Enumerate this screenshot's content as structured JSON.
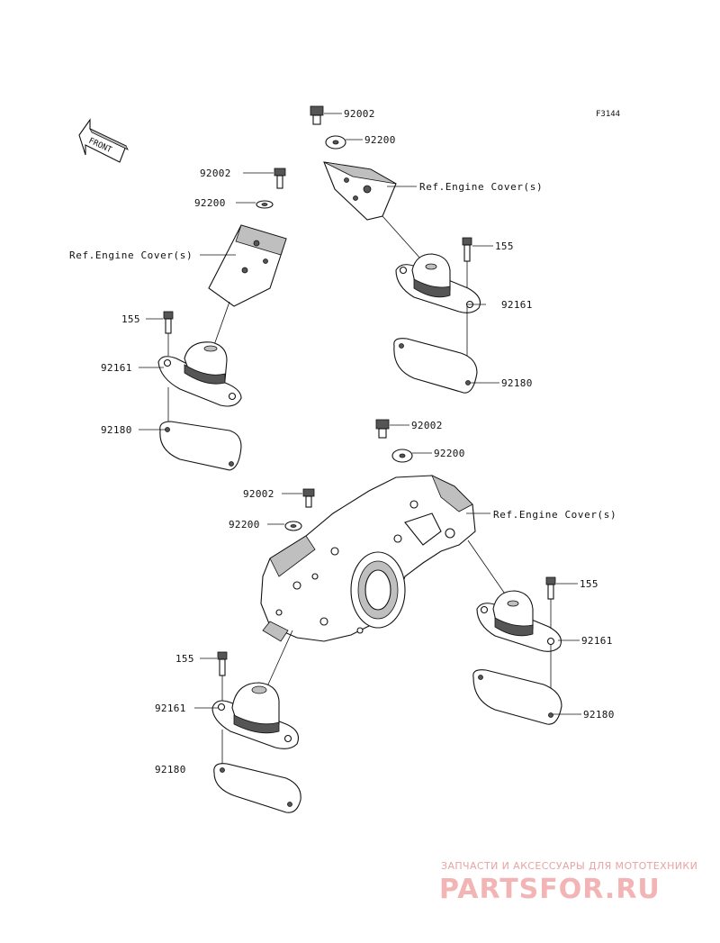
{
  "figure_code": "F3144",
  "front_arrow_text": "FRONT",
  "watermark": {
    "tagline": "ЗАПЧАСТИ И АКСЕССУАРЫ ДЛЯ МОТОТЕХНИКИ",
    "brand": "PARTSFOR.RU"
  },
  "callouts": {
    "g1_bolt": "92002",
    "g1_washer": "92200",
    "g1_ref": "Ref.Engine Cover(s)",
    "g1_stud": "155",
    "g1_mount": "92161",
    "g1_gasket": "92180",
    "g2_bolt": "92002",
    "g2_washer": "92200",
    "g2_ref": "Ref.Engine Cover(s)",
    "g2_stud": "155",
    "g2_mount": "92161",
    "g2_gasket": "92180",
    "g3_bolt_a": "92002",
    "g3_washer_a": "92200",
    "g3_bolt_b": "92002",
    "g3_washer_b": "92200",
    "g3_ref": "Ref.Engine Cover(s)",
    "g3_stud_r": "155",
    "g3_mount_r": "92161",
    "g3_gasket_r": "92180",
    "g3_stud_l": "155",
    "g3_mount_l": "92161",
    "g3_gasket_l": "92180"
  },
  "colors": {
    "line": "#111111",
    "watermark": "#f2b4b4"
  }
}
